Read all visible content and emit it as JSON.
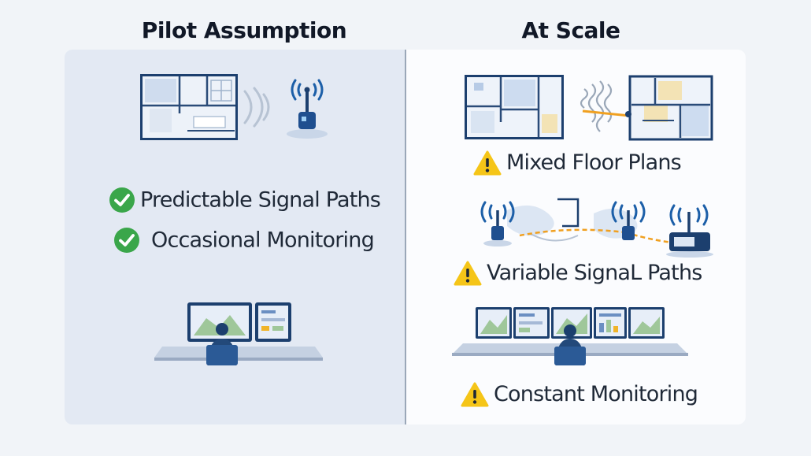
{
  "left": {
    "title": "Pilot Assumption",
    "items": [
      {
        "label": "Predictable Signal Paths",
        "icon": "check-circle-icon"
      },
      {
        "label": "Occasional Monitoring",
        "icon": "check-circle-icon"
      }
    ]
  },
  "right": {
    "title": "At Scale",
    "items": [
      {
        "label": "Mixed Floor Plans",
        "icon": "warning-icon"
      },
      {
        "label": "Variable SignaL Paths",
        "icon": "warning-icon"
      },
      {
        "label": "Constant Monitoring",
        "icon": "warning-icon"
      }
    ]
  },
  "colors": {
    "check": "#3aa64a",
    "warning": "#f5c518",
    "accent": "#1c5fa8",
    "signal": "#f0a020"
  }
}
